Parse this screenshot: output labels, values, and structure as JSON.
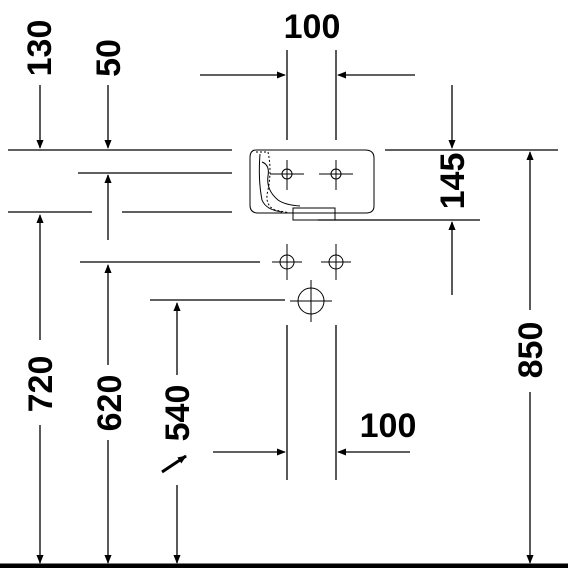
{
  "dimensions": {
    "top_hole_spacing": "100",
    "bottom_hole_spacing": "100",
    "h_130": "130",
    "h_50": "50",
    "h_145": "145",
    "h_850": "850",
    "h_720": "720",
    "h_620": "620",
    "h_540": "540"
  }
}
